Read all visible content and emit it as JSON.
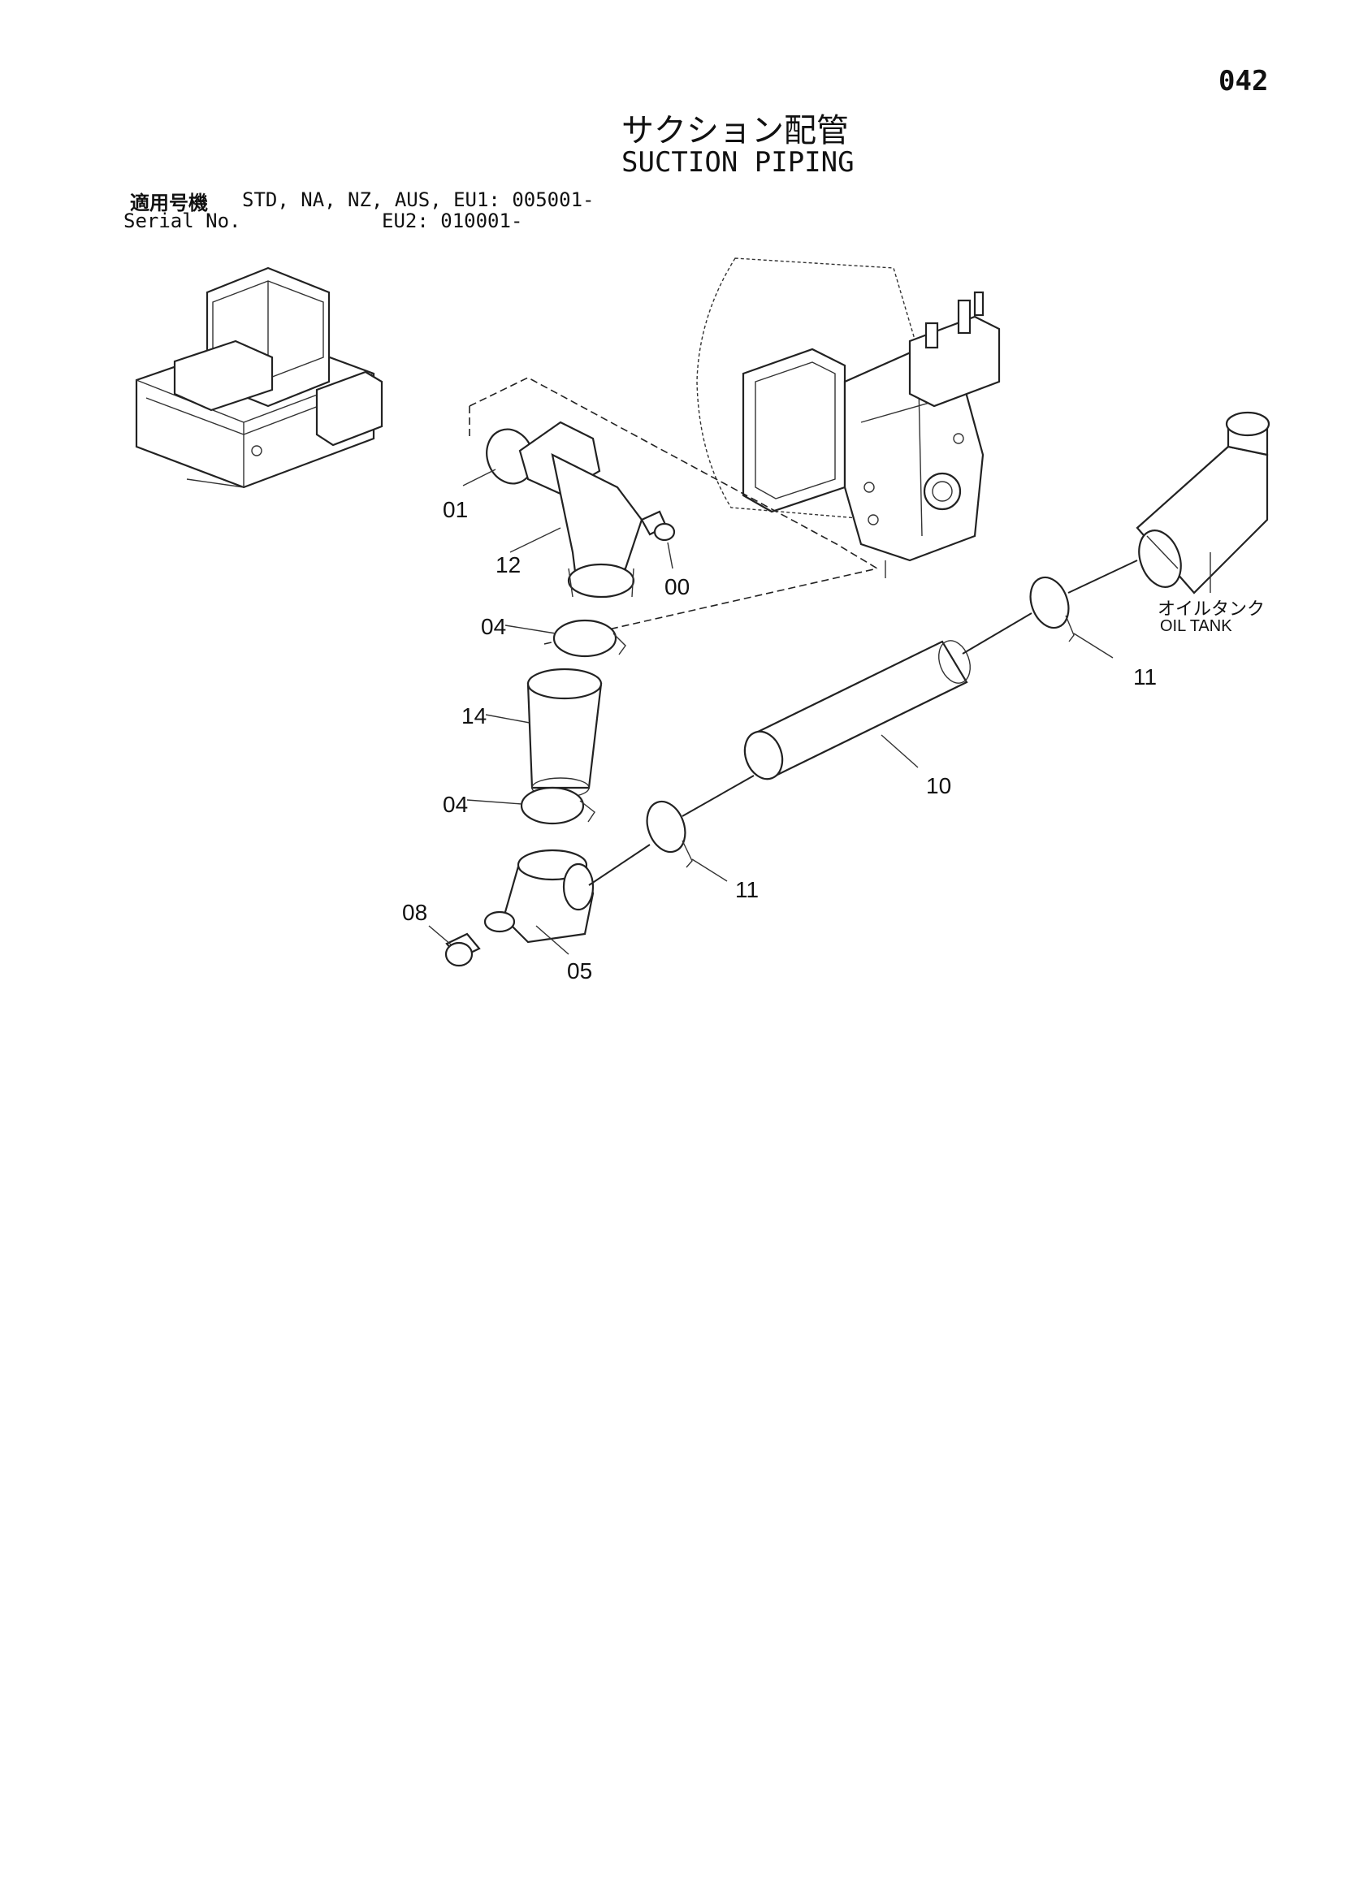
{
  "page": {
    "number": "042",
    "title_jp": "サクション配管",
    "title_en": "SUCTION PIPING"
  },
  "serial": {
    "label_jp": "適用号機",
    "label_en": "Serial No.",
    "line1": "STD, NA, NZ, AUS, EU1: 005001-",
    "line2": "EU2: 010001-"
  },
  "callouts": {
    "p01": "01",
    "p12": "12",
    "p00": "00",
    "p04a": "04",
    "p14": "14",
    "p04b": "04",
    "p08": "08",
    "p05": "05",
    "p11a": "11",
    "p10": "10",
    "p11b": "11"
  },
  "oil_tank": {
    "label_jp": "オイルタンク",
    "label_en": "OIL TANK"
  },
  "icons": [
    "excavator-illustration",
    "hydraulic-pump-illustration",
    "suction-pipe-illustration",
    "hose-clamp-illustration",
    "plug-illustration"
  ]
}
